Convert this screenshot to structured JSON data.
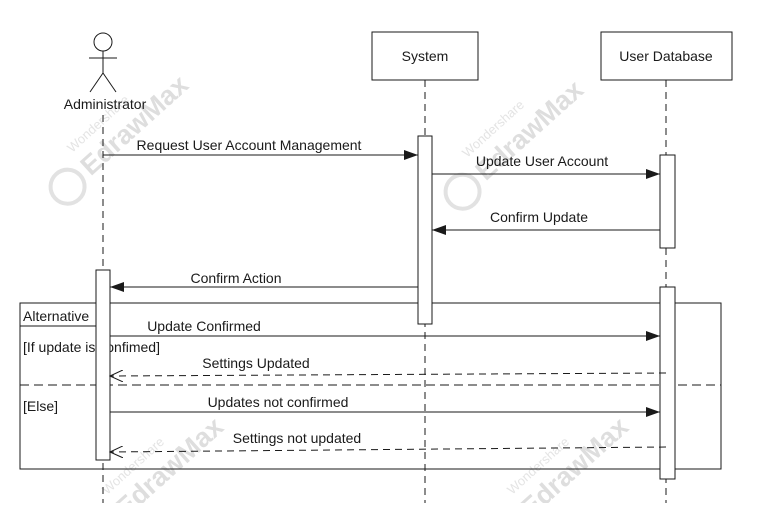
{
  "diagram": {
    "participants": {
      "administrator": "Administrator",
      "system": "System",
      "user_database": "User Database"
    },
    "messages": [
      "Request User Account Management",
      "Update User Account",
      "Confirm Update",
      "Confirm Action",
      "Update Confirmed",
      "Settings Updated",
      "Updates not confirmed",
      "Settings not updated"
    ],
    "fragment": {
      "label": "Alternative",
      "guard_if": "[If update is confimed]",
      "guard_else": "[Else]"
    }
  },
  "watermark": {
    "brand": "EdrawMax",
    "vendor": "Wondershare"
  },
  "colors": {
    "line": "#1a1a1a",
    "watermark": "#dedede"
  }
}
